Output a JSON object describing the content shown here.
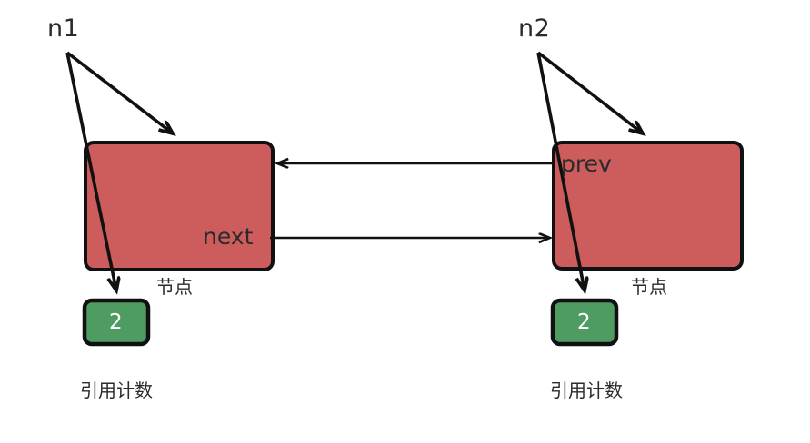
{
  "diagram": {
    "title": "doubly linked node reference count diagram",
    "colors": {
      "node_fill": "#cd5c5c",
      "node_stroke": "#1a1a1a",
      "count_fill": "#4e9c62",
      "count_stroke": "#111111",
      "arrow": "#111111",
      "text": "#2b2b2b",
      "count_text": "#ffffff",
      "background": "#ffffff"
    },
    "left": {
      "variable": "n1",
      "node_caption": "节点",
      "pointer_label": "next",
      "refcount_value": "2",
      "refcount_caption": "引用计数"
    },
    "right": {
      "variable": "n2",
      "node_caption": "节点",
      "pointer_label": "prev",
      "refcount_value": "2",
      "refcount_caption": "引用计数"
    },
    "links": [
      {
        "name": "prev-link",
        "from": "right-node",
        "to": "left-node",
        "direction": "right-to-left"
      },
      {
        "name": "next-link",
        "from": "left-node",
        "to": "right-node",
        "direction": "left-to-right"
      }
    ]
  }
}
